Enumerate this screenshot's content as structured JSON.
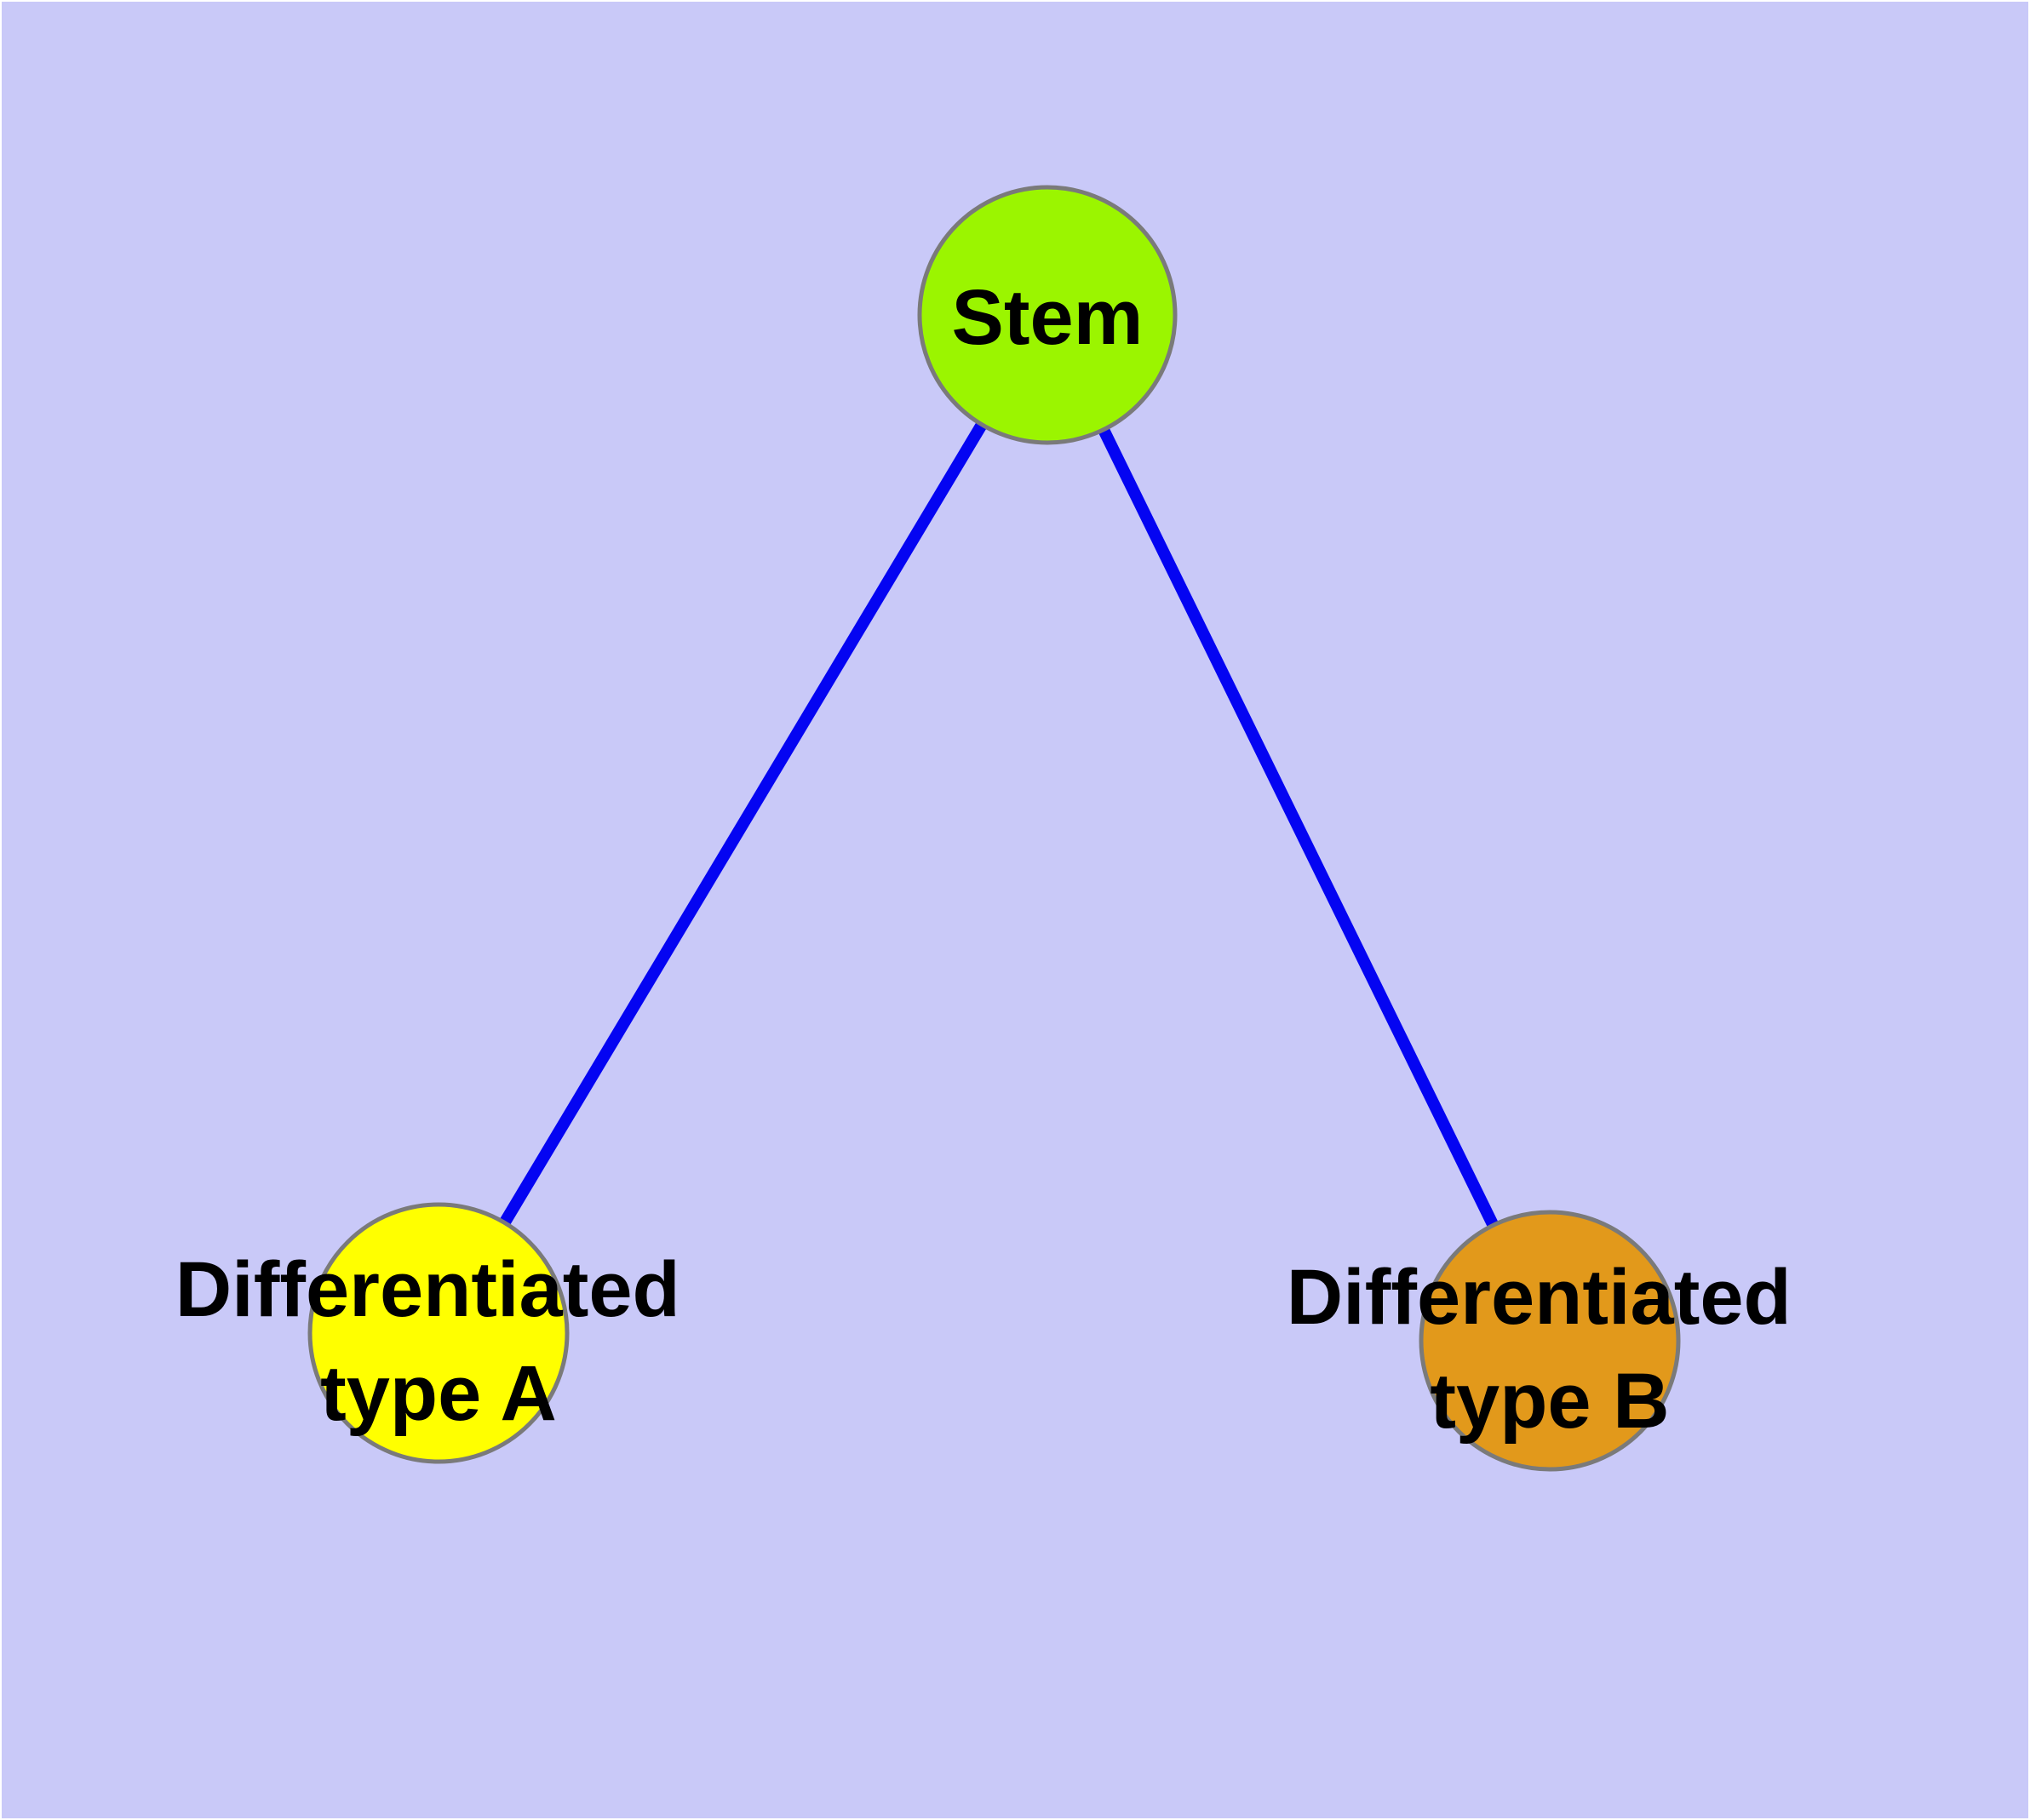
{
  "diagram": {
    "type": "graph",
    "background_color": "#c9c9f8",
    "edge_color": "#0404f2",
    "node_border_color": "#7a7a7a",
    "label_color": "#000000",
    "nodes": [
      {
        "id": "stem",
        "label": "Stem",
        "label_line1": "Stem",
        "label_line2": "",
        "fill": "#9bf500"
      },
      {
        "id": "type-a",
        "label": "Differentiated type A",
        "label_line1": "Differentiated",
        "label_line2": "type A",
        "fill": "#ffff00"
      },
      {
        "id": "type-b",
        "label": "Differentiated type B",
        "label_line1": "Differentiated",
        "label_line2": "type B",
        "fill": "#e2991b"
      }
    ],
    "edges": [
      {
        "from": "Stem",
        "to": "Differentiated type A"
      },
      {
        "from": "Stem",
        "to": "Differentiated type B"
      }
    ]
  }
}
